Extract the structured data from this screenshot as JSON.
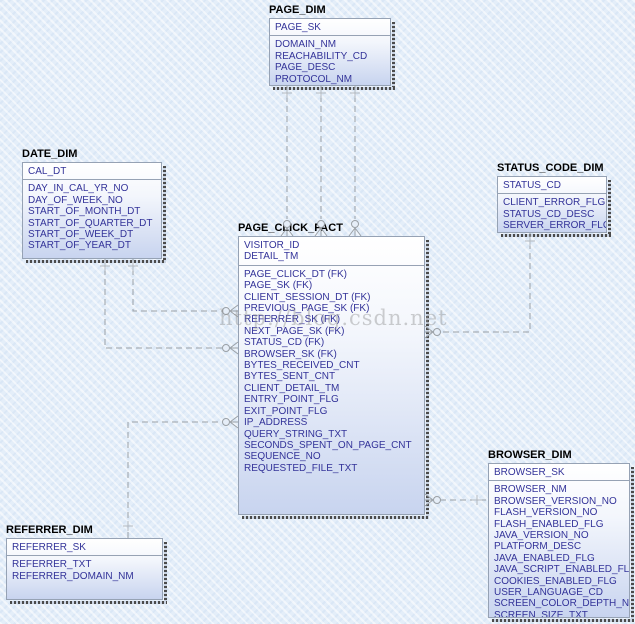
{
  "diagram": {
    "watermark": "http://blog.csdn.net",
    "colors": {
      "background": "#e4eef9",
      "entity_border": "#96a2b4",
      "entity_fill_bottom": "#c8d4ef",
      "column_text": "#333399",
      "title_text": "#000000",
      "connector": "#9aa0a6"
    },
    "entities": [
      {
        "id": "page_dim",
        "title": "PAGE_DIM",
        "keys": [
          "PAGE_SK"
        ],
        "columns": [
          "DOMAIN_NM",
          "REACHABILITY_CD",
          "PAGE_DESC",
          "PROTOCOL_NM"
        ]
      },
      {
        "id": "date_dim",
        "title": "DATE_DIM",
        "keys": [
          "CAL_DT"
        ],
        "columns": [
          "DAY_IN_CAL_YR_NO",
          "DAY_OF_WEEK_NO",
          "START_OF_MONTH_DT",
          "START_OF_QUARTER_DT",
          "START_OF_WEEK_DT",
          "START_OF_YEAR_DT"
        ]
      },
      {
        "id": "status_code_dim",
        "title": "STATUS_CODE_DIM",
        "keys": [
          "STATUS_CD"
        ],
        "columns": [
          "CLIENT_ERROR_FLG",
          "STATUS_CD_DESC",
          "SERVER_ERROR_FLG"
        ]
      },
      {
        "id": "page_click_fact",
        "title": "PAGE_CLICK_FACT",
        "keys": [
          "VISITOR_ID",
          "DETAIL_TM"
        ],
        "columns": [
          "PAGE_CLICK_DT (FK)",
          "PAGE_SK (FK)",
          "CLIENT_SESSION_DT (FK)",
          "PREVIOUS_PAGE_SK (FK)",
          "REFERRER_SK (FK)",
          "NEXT_PAGE_SK (FK)",
          "STATUS_CD (FK)",
          "BROWSER_SK (FK)",
          "BYTES_RECEIVED_CNT",
          "BYTES_SENT_CNT",
          "CLIENT_DETAIL_TM",
          "ENTRY_POINT_FLG",
          "EXIT_POINT_FLG",
          "IP_ADDRESS",
          "QUERY_STRING_TXT",
          "SECONDS_SPENT_ON_PAGE_CNT",
          "SEQUENCE_NO",
          "REQUESTED_FILE_TXT"
        ]
      },
      {
        "id": "referrer_dim",
        "title": "REFERRER_DIM",
        "keys": [
          "REFERRER_SK"
        ],
        "columns": [
          "REFERRER_TXT",
          "REFERRER_DOMAIN_NM"
        ]
      },
      {
        "id": "browser_dim",
        "title": "BROWSER_DIM",
        "keys": [
          "BROWSER_SK"
        ],
        "columns": [
          "BROWSER_NM",
          "BROWSER_VERSION_NO",
          "FLASH_VERSION_NO",
          "FLASH_ENABLED_FLG",
          "JAVA_VERSION_NO",
          "PLATFORM_DESC",
          "JAVA_ENABLED_FLG",
          "JAVA_SCRIPT_ENABLED_FLG",
          "COOKIES_ENABLED_FLG",
          "USER_LANGUAGE_CD",
          "SCREEN_COLOR_DEPTH_NO",
          "SCREEN_SIZE_TXT"
        ]
      }
    ],
    "relationships": [
      {
        "from": "PAGE_DIM",
        "to": "PAGE_CLICK_FACT",
        "lines": 3
      },
      {
        "from": "DATE_DIM",
        "to": "PAGE_CLICK_FACT",
        "lines": 2
      },
      {
        "from": "STATUS_CODE_DIM",
        "to": "PAGE_CLICK_FACT",
        "lines": 1
      },
      {
        "from": "REFERRER_DIM",
        "to": "PAGE_CLICK_FACT",
        "lines": 1
      },
      {
        "from": "BROWSER_DIM",
        "to": "PAGE_CLICK_FACT",
        "lines": 1
      }
    ]
  }
}
